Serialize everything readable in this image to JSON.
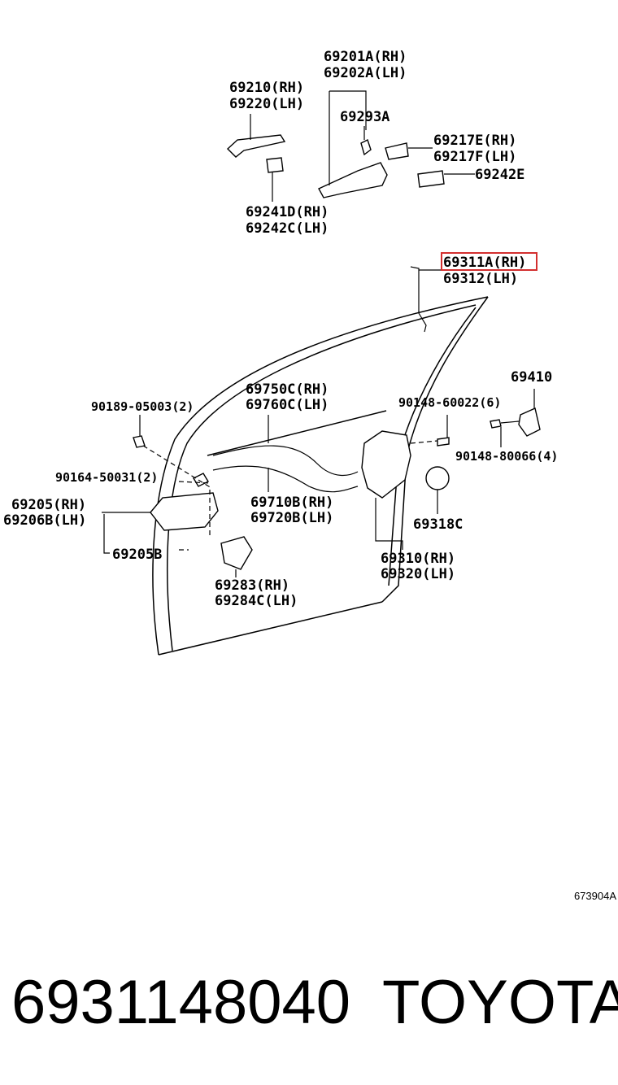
{
  "labels": {
    "p69201A": "69201A(RH)",
    "p69202A": "69202A(LH)",
    "p69210": "69210(RH)",
    "p69220": "69220(LH)",
    "p69293A": "69293A",
    "p69217E": "69217E(RH)",
    "p69217F": "69217F(LH)",
    "p69242E": "69242E",
    "p69241D": "69241D(RH)",
    "p69242C": "69242C(LH)",
    "p69311A": "69311A(RH)",
    "p69312": "69312(LH)",
    "p69410": "69410",
    "p90189": "90189-05003(2)",
    "p69750C": "69750C(RH)",
    "p69760C": "69760C(LH)",
    "p90148a": "90148-60022(6)",
    "p90148b": "90148-80066(4)",
    "p90164": "90164-50031(2)",
    "p69205": "69205(RH)",
    "p69206B": "69206B(LH)",
    "p69710B": "69710B(RH)",
    "p69720B": "69720B(LH)",
    "p69318C": "69318C",
    "p69205B": "69205B",
    "p69310": "69310(RH)",
    "p69320": "69320(LH)",
    "p69283": "69283(RH)",
    "p69284C": "69284C(LH)"
  },
  "diagram_code": "673904A",
  "footer": {
    "part_number": "6931148040",
    "brand": "TOYOTA"
  },
  "highlight_color": "#d32f2f"
}
